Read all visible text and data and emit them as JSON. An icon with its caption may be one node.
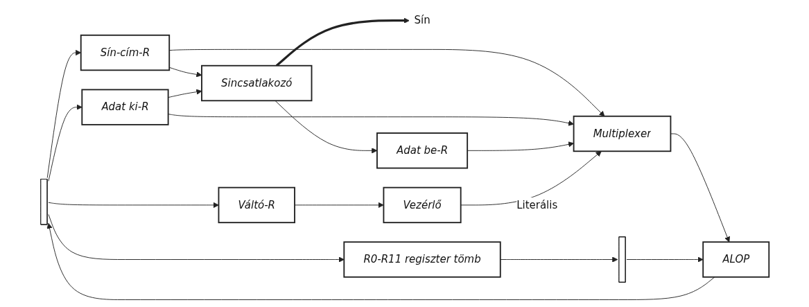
{
  "diagram": {
    "nodes": [
      {
        "text": [],
        "shape": "bar"
      },
      {
        "text": [
          "Sín"
        ]
      },
      {
        "text": [
          "Sincsatlakozó"
        ]
      },
      {
        "text": [
          "Sín-cím-R"
        ]
      },
      {
        "text": [
          "Adat ki-R"
        ]
      },
      {
        "text": [
          "ALOP"
        ]
      },
      {
        "text": [
          "R0-R11 regiszter tömb"
        ]
      },
      {
        "text": [
          "Váltó-R"
        ]
      },
      {
        "text": [
          "Multiplexer"
        ]
      },
      {
        "text": [],
        "shape": "bar"
      },
      {
        "text": [
          "Adat be-R"
        ]
      },
      {
        "text": [
          "Vezérlő"
        ]
      }
    ],
    "edges": [
      {
        "from": 0,
        "to": 3,
        "arrow": "to"
      },
      {
        "from": 0,
        "to": 4,
        "arrow": "to"
      },
      {
        "from": 5,
        "to": 0,
        "arrow": "to"
      },
      {
        "from": 0,
        "to": 6,
        "arrow": "to"
      },
      {
        "from": 0,
        "to": 7,
        "arrow": "to"
      },
      {
        "from": 3,
        "to": 2,
        "arrow": "to"
      },
      {
        "from": 4,
        "to": 2,
        "arrow": "to"
      },
      {
        "from": 2,
        "to": 1,
        "arrow": "to",
        "style": "thick"
      },
      {
        "from": 3,
        "to": 8,
        "arrow": "to"
      },
      {
        "from": 4,
        "to": 8,
        "arrow": "to"
      },
      {
        "from": 8,
        "to": 5,
        "arrow": "to"
      },
      {
        "from": 9,
        "to": 5,
        "arrow": "to"
      },
      {
        "from": 6,
        "to": 9,
        "arrow": "to"
      },
      {
        "from": 7,
        "to": 11,
        "arrow": "to"
      },
      {
        "from": 2,
        "to": 10,
        "arrow": "to"
      },
      {
        "from": 10,
        "to": 8,
        "arrow": "to"
      },
      {
        "from": 11,
        "to": 8,
        "label": "Literális",
        "arrow": "to"
      }
    ]
  }
}
